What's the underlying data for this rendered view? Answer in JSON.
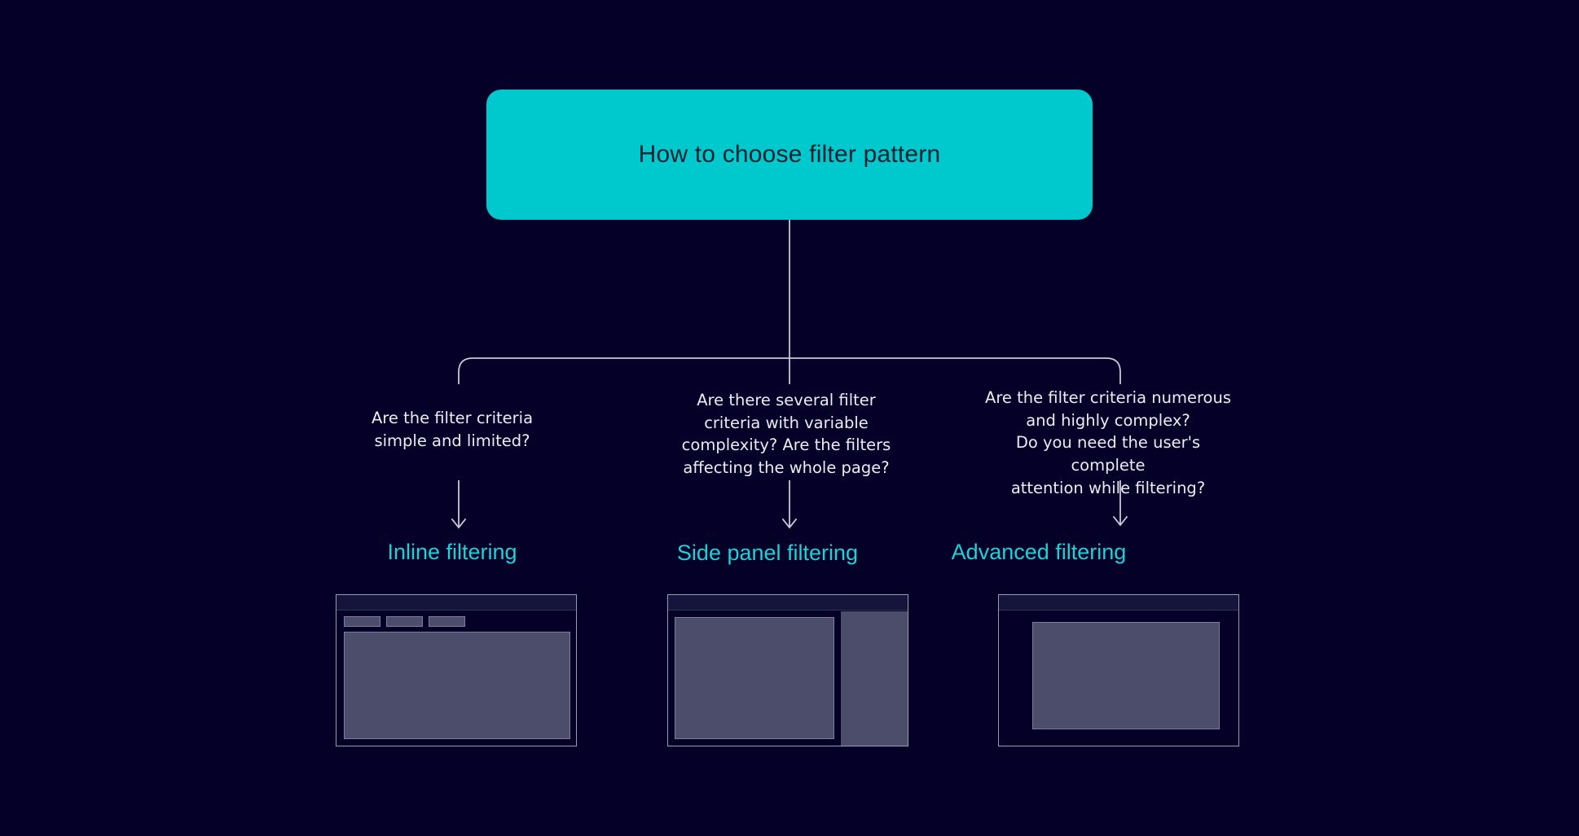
{
  "theme": {
    "background": "#040028",
    "accent_cyan": "#00c9ce",
    "label_cyan": "#1ad3d8",
    "line_color": "#c9c9d6",
    "text_color": "#eceaf2",
    "panel_fill": "#4c4c6b",
    "panel_stroke": "#7d7d99",
    "thumb_header": "#14143c"
  },
  "root": {
    "title": "How to choose filter pattern"
  },
  "branches": [
    {
      "id": "inline",
      "question": "Are the filter criteria\nsimple and limited?",
      "result_label": "Inline filtering",
      "wireframe": "inline-filter-wireframe"
    },
    {
      "id": "side-panel",
      "question": "Are there several filter\ncriteria with variable\ncomplexity? Are the filters\naffecting the whole page?",
      "result_label": "Side panel filtering",
      "wireframe": "side-panel-filter-wireframe"
    },
    {
      "id": "advanced",
      "question": "Are the filter criteria numerous\nand highly complex?\nDo you need the user's complete\nattention while filtering?",
      "result_label": "Advanced filtering",
      "wireframe": "advanced-filter-wireframe"
    }
  ]
}
